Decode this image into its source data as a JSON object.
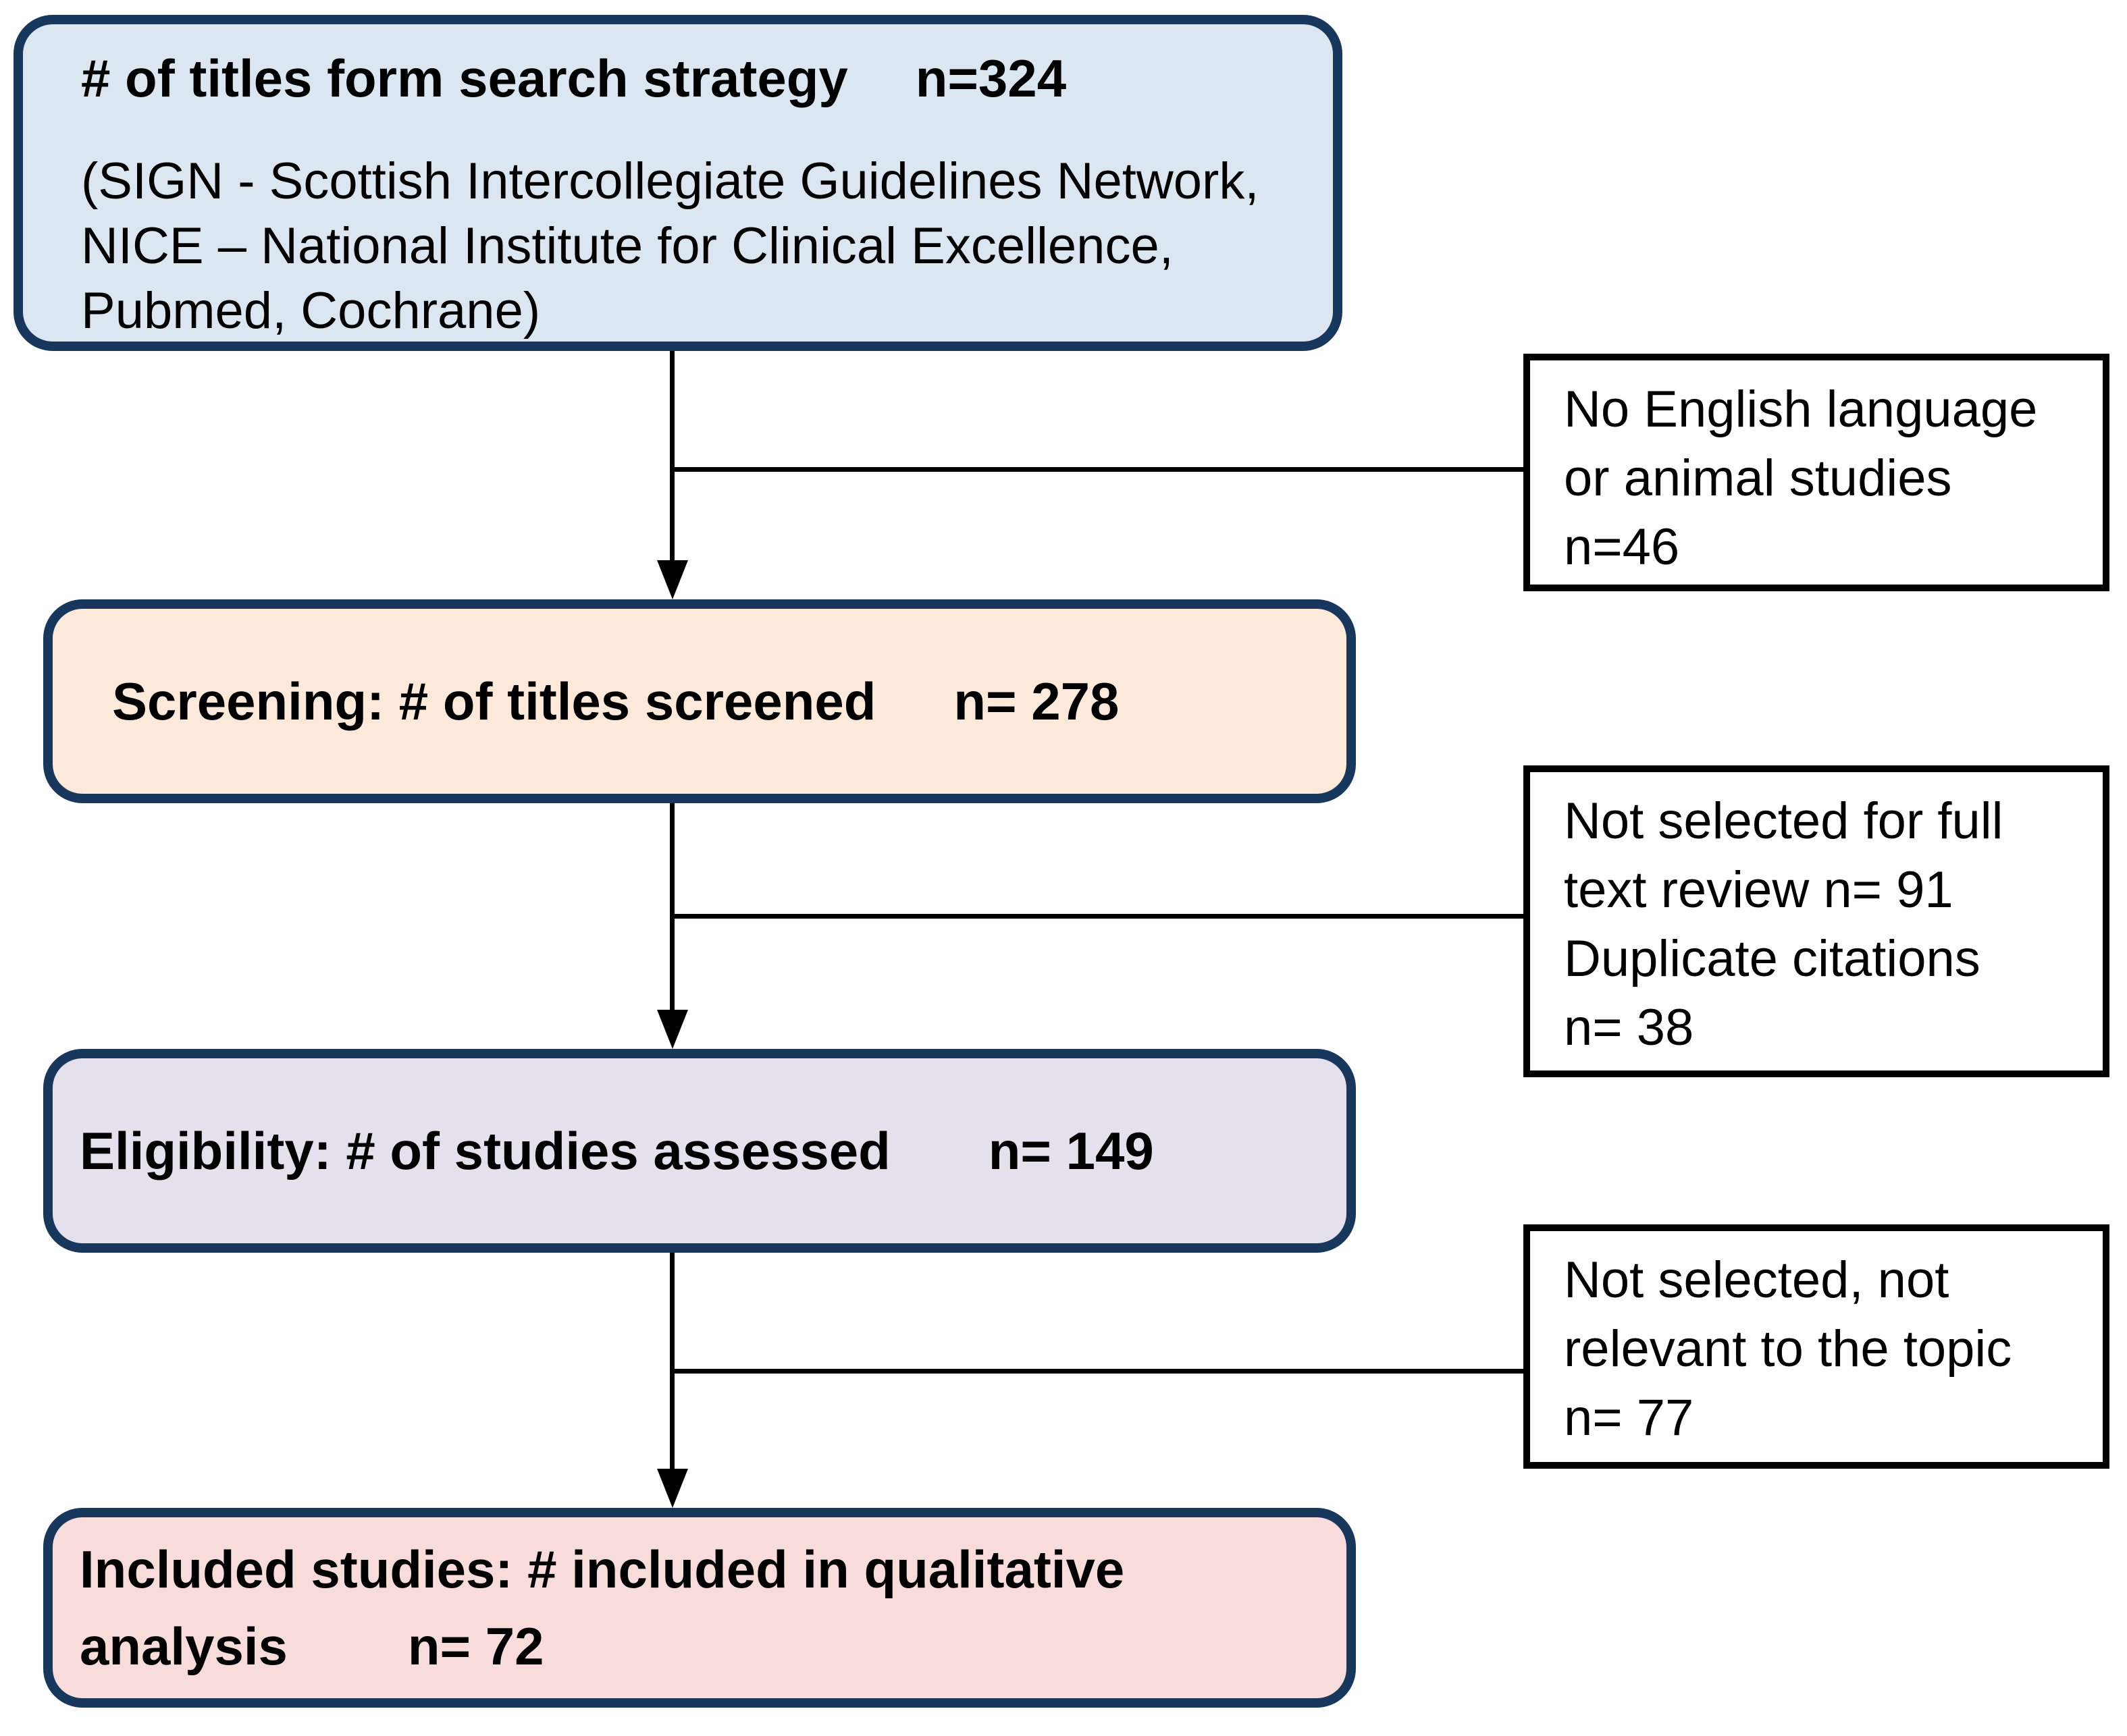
{
  "figure": {
    "type": "flow-diagram",
    "colors": {
      "main_box_border": "#17375d",
      "search_box_fill": "#dce6f1",
      "screening_box_fill": "#fde9d9",
      "eligibility_box_fill": "#e5e1ec",
      "included_box_fill": "#f8dbdb",
      "exclusion_box_fill": "#ffffff",
      "exclusion_box_border": "#000000",
      "connector": "#000000"
    },
    "main_boxes": [
      {
        "id": "search",
        "label": "# of titles form search strategy",
        "count": "n=324",
        "details": [
          "(SIGN - Scottish Intercollegiate Guidelines Network,",
          "NICE – National Institute for Clinical Excellence,",
          "Pubmed, Cochrane)"
        ]
      },
      {
        "id": "screening",
        "label": "Screening: # of titles screened",
        "count": "n= 278"
      },
      {
        "id": "eligibility",
        "label": "Eligibility: # of studies assessed",
        "count": "n= 149"
      },
      {
        "id": "included",
        "label": "Included studies: # included in qualitative",
        "label_cont": "analysis",
        "count": "n= 72"
      }
    ],
    "exclusion_boxes": [
      {
        "id": "excluded-language-animal",
        "lines": [
          "No English language",
          "or animal studies",
          "n=46"
        ]
      },
      {
        "id": "excluded-fulltext-duplicates",
        "lines": [
          "Not selected for full",
          "text review n= 91",
          "Duplicate citations",
          "n= 38"
        ]
      },
      {
        "id": "excluded-not-relevant",
        "lines": [
          "Not selected, not",
          "relevant to the topic",
          "n= 77"
        ]
      }
    ]
  }
}
